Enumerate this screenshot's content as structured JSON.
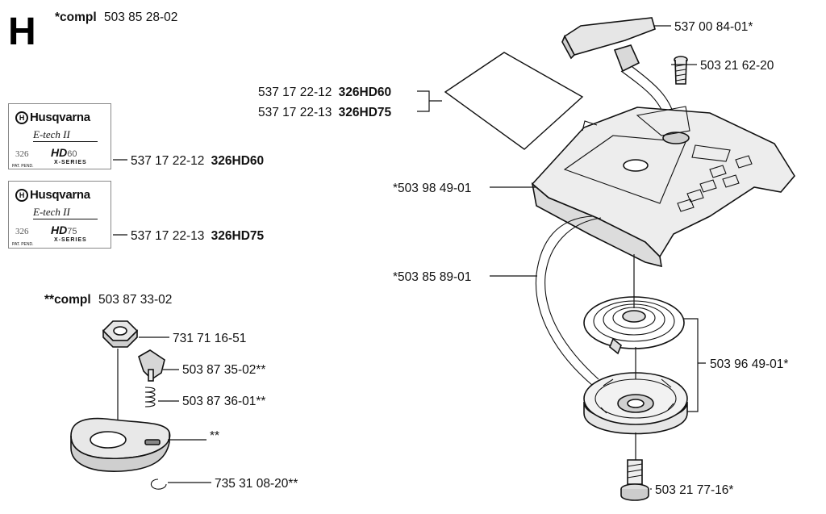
{
  "section": {
    "letter": "H",
    "compl_prefix": "*compl",
    "compl_number": "503 85 28-02"
  },
  "subassembly": {
    "prefix": "**compl",
    "number": "503 87 33-02"
  },
  "decals": [
    {
      "brand": "Husqvarna",
      "brand_glyph": "H",
      "etech": "E-tech II",
      "model_num": "326",
      "hd": "HD",
      "hd_sub": "60",
      "series": "X-SERIES",
      "pat": "PAT. PEND.",
      "part_number": "537 17 22-12",
      "part_model": "326HD60"
    },
    {
      "brand": "Husqvarna",
      "brand_glyph": "H",
      "etech": "E-tech II",
      "model_num": "326",
      "hd": "HD",
      "hd_sub": "75",
      "series": "X-SERIES",
      "pat": "PAT. PEND.",
      "part_number": "537 17 22-13",
      "part_model": "326HD75"
    }
  ],
  "sheet_labels": [
    {
      "number": "537 17 22-12",
      "model": "326HD60"
    },
    {
      "number": "537 17 22-13",
      "model": "326HD75"
    }
  ],
  "callouts": {
    "handle": "537 00 84-01*",
    "screw_top": "503 21 62-20",
    "cover": "*503 98 49-01",
    "rope": "*503 85 89-01",
    "spring_pulley": "503 96 49-01*",
    "screw_bottom": "503 21 77-16*",
    "nut": "731 71 16-51",
    "pawl": "503 87 35-02**",
    "spring_small": "503 87 36-01**",
    "hub": "**",
    "clip": "735 31 08-20**"
  }
}
